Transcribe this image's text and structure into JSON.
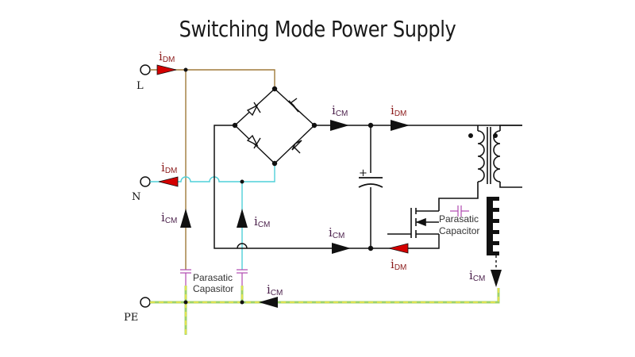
{
  "title": "Switching Mode Power Supply",
  "terminals": {
    "line": "L",
    "neutral": "N",
    "protective_earth": "PE"
  },
  "current_labels": {
    "dm_symbol": "i",
    "dm_subscript": "DM",
    "cm_symbol": "i",
    "cm_subscript": "CM"
  },
  "annotations": {
    "parasitic_left_line1": "Parasatic",
    "parasitic_left_line2": "Capasitor",
    "parasitic_right_line1": "Parasatic",
    "parasitic_right_line2": "Capacitor",
    "cap_polarity": "+"
  },
  "colors": {
    "dm_color": "#8b1a1a",
    "cm_color": "#4a1f4a",
    "arrow_red": "#d40000",
    "wire_black": "#111111",
    "wire_brown": "#a07a3a",
    "wire_cyan": "#4fd0d8",
    "wire_green": "#9fd36a",
    "wire_yellow_dash": "#f2e64a",
    "parasitic_cap": "#b14ab1"
  }
}
